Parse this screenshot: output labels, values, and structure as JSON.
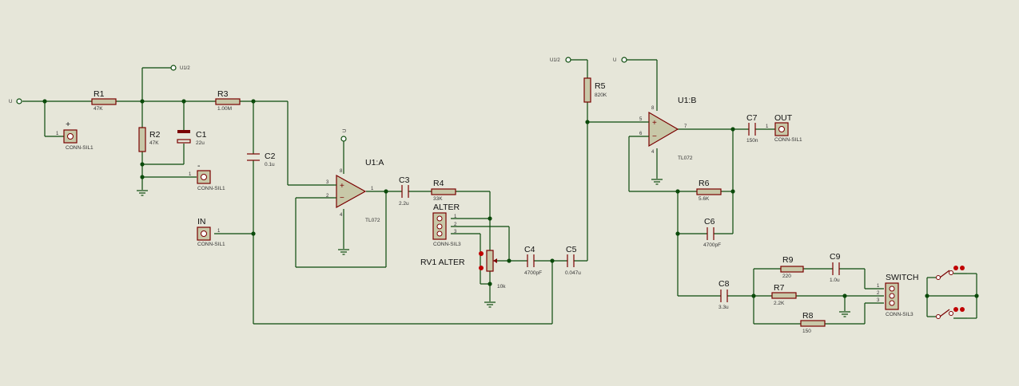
{
  "labels": {
    "r1": "R1",
    "r1v": "47K",
    "r2": "R2",
    "r2v": "47K",
    "c1": "C1",
    "c1v": "22u",
    "r3": "R3",
    "r3v": "1.00M",
    "c2": "C2",
    "c2v": "0.1u",
    "in": "IN",
    "plus": "+",
    "minus": "-",
    "conn1": "CONN-SIL1",
    "conn3": "CONN-SIL3",
    "u": "U",
    "u12": "U1/2",
    "u1a": "U1:A",
    "tl072": "TL072",
    "c3": "C3",
    "c3v": "2.2u",
    "r4": "R4",
    "r4v": "33K",
    "alter": "ALTER",
    "rv1": "RV1 ALTER",
    "rv1v": "10k",
    "c4": "C4",
    "c4v": "4700pF",
    "c5": "C5",
    "c5v": "0.047u",
    "r5": "R5",
    "r5v": "820K",
    "u1b": "U1:B",
    "c7": "C7",
    "c7v": "150n",
    "out": "OUT",
    "r6": "R6",
    "r6v": "5.6K",
    "c6": "C6",
    "c6v": "4700pF",
    "c8": "C8",
    "c8v": "3.3u",
    "r9": "R9",
    "r9v": "220",
    "c9": "C9",
    "c9v": "1.0u",
    "r7": "R7",
    "r7v": "2.2K",
    "r8": "R8",
    "r8v": "150",
    "switch": "SWITCH"
  },
  "pins": {
    "p1": "1",
    "p2": "2",
    "p3": "3",
    "p4": "4",
    "p5": "5",
    "p6": "6",
    "p7": "7",
    "p8": "8"
  }
}
